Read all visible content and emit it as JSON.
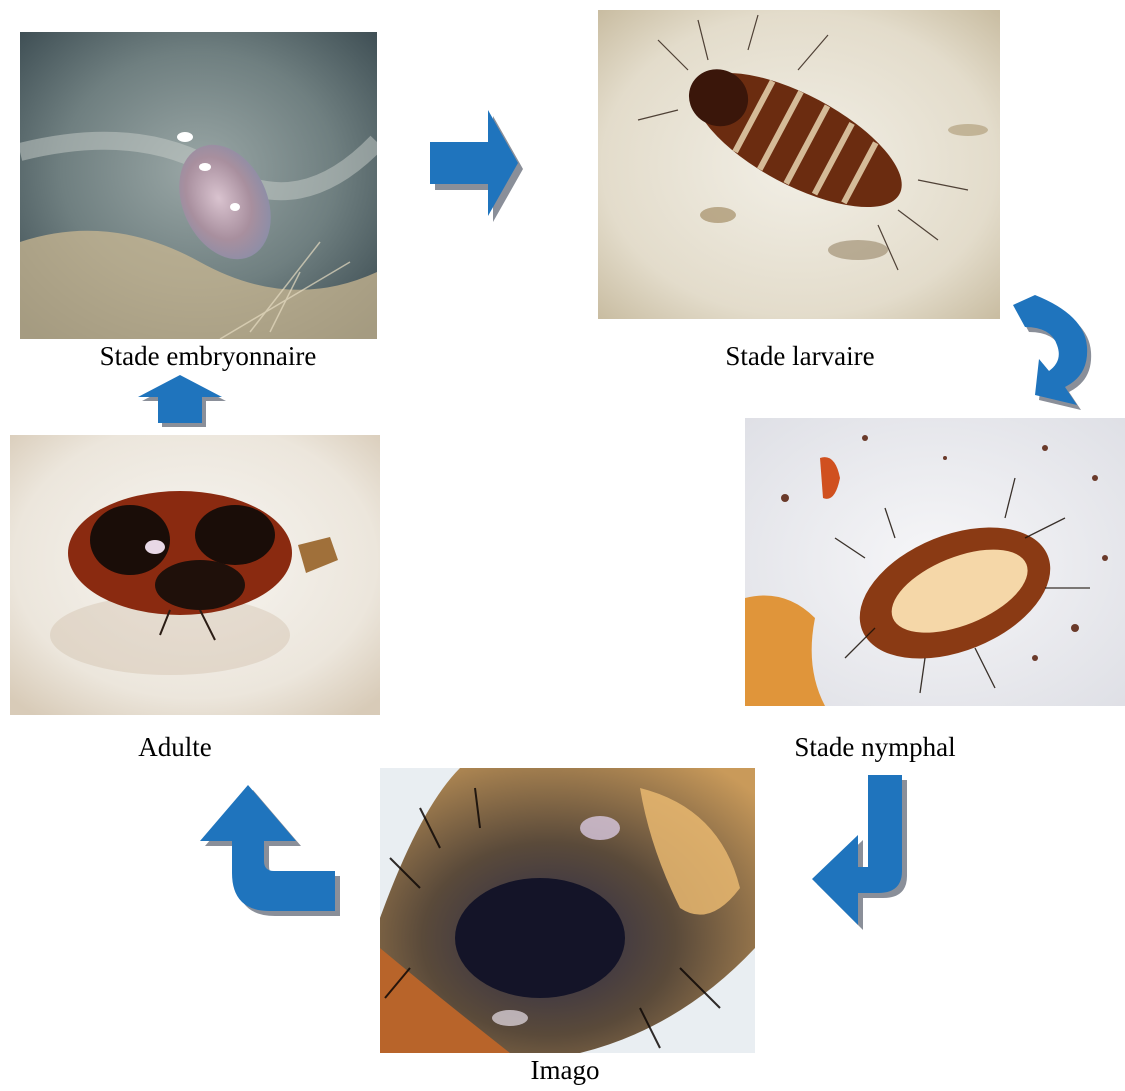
{
  "stages": [
    {
      "id": "embryo",
      "label": "Stade embryonnaire",
      "image": "embryo-photo"
    },
    {
      "id": "larva",
      "label": "Stade larvaire",
      "image": "larva-photo"
    },
    {
      "id": "nymph",
      "label": "Stade nymphal",
      "image": "nymph-photo"
    },
    {
      "id": "imago",
      "label": "Imago",
      "image": "imago-photo"
    },
    {
      "id": "adult",
      "label": "Adulte",
      "image": "adult-photo"
    }
  ],
  "colors": {
    "arrow": "#1f74bd",
    "arrow_shadow": "#8a8f99"
  }
}
